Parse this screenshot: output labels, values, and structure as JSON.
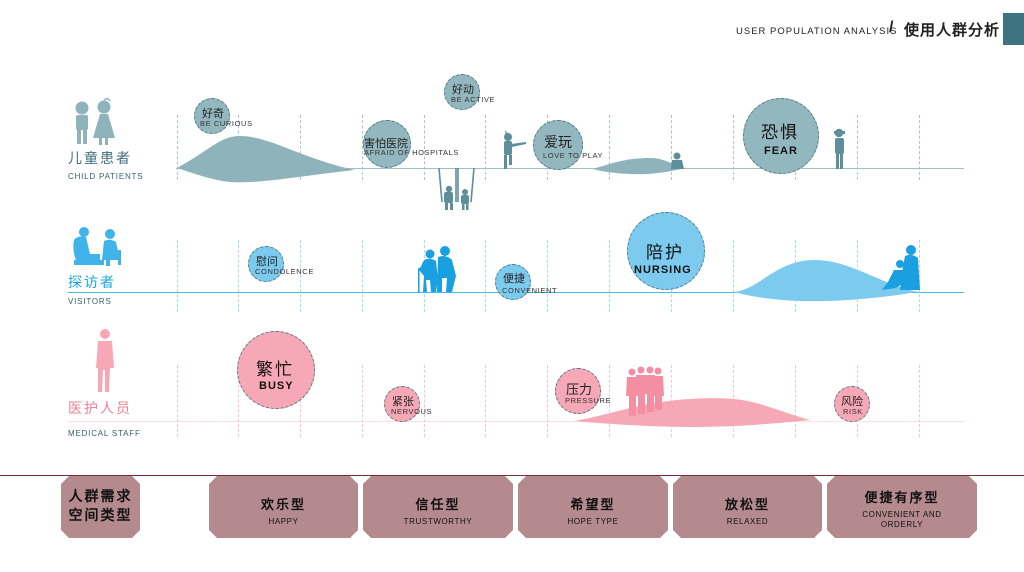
{
  "header": {
    "title_en": "USER POPULATION ANALYSIS",
    "separator": "/",
    "title_cn": "使用人群分析",
    "accent_color": "#3e7381"
  },
  "rows": [
    {
      "id": "child",
      "label_cn": "儿童患者",
      "label_en": "CHILD PATIENTS",
      "color": "#8fb3bb",
      "text_color": "#3e6f7c",
      "icon": "children-icon",
      "bubbles": [
        {
          "cn": "好奇",
          "en": "BE CURIOUS",
          "size": "small"
        },
        {
          "cn": "害怕医院",
          "en": "AFRAID OF HOSPITALS",
          "size": "medium"
        },
        {
          "cn": "好动",
          "en": "BE ACTIVE",
          "size": "small"
        },
        {
          "cn": "爱玩",
          "en": "LOVE TO PLAY",
          "size": "medium"
        },
        {
          "cn": "恐惧",
          "en": "FEAR",
          "size": "large"
        }
      ]
    },
    {
      "id": "visitors",
      "label_cn": "探访者",
      "label_en": "VISITORS",
      "color": "#7ccbef",
      "text_color": "#1aa7e3",
      "icon": "visitors-icon",
      "bubbles": [
        {
          "cn": "慰问",
          "en": "CONDOLENCE",
          "size": "small"
        },
        {
          "cn": "便捷",
          "en": "CONVENIENT",
          "size": "small"
        },
        {
          "cn": "陪护",
          "en": "NURSING",
          "size": "large"
        }
      ]
    },
    {
      "id": "medical",
      "label_cn": "医护人员",
      "label_en": "MEDICAL STAFF",
      "color": "#f7a8b6",
      "text_color": "#ef7f96",
      "icon": "medical-staff-icon",
      "bubbles": [
        {
          "cn": "繁忙",
          "en": "BUSY",
          "size": "large"
        },
        {
          "cn": "紧张",
          "en": "NERVOUS",
          "size": "small"
        },
        {
          "cn": "压力",
          "en": "PRESSURE",
          "size": "medium"
        },
        {
          "cn": "风险",
          "en": "RISK",
          "size": "small"
        }
      ]
    }
  ],
  "space_types": {
    "title_line1": "人群需求",
    "title_line2": "空间类型",
    "items": [
      {
        "cn": "欢乐型",
        "en": "HAPPY"
      },
      {
        "cn": "信任型",
        "en": "TRUSTWORTHY"
      },
      {
        "cn": "希望型",
        "en": "HOPE TYPE"
      },
      {
        "cn": "放松型",
        "en": "RELAXED"
      },
      {
        "cn": "便捷有序型",
        "en": "CONVENIENT AND",
        "en2": "ORDERLY"
      }
    ],
    "card_color": "#b48a8f",
    "divider_color": "#7a2a36"
  }
}
